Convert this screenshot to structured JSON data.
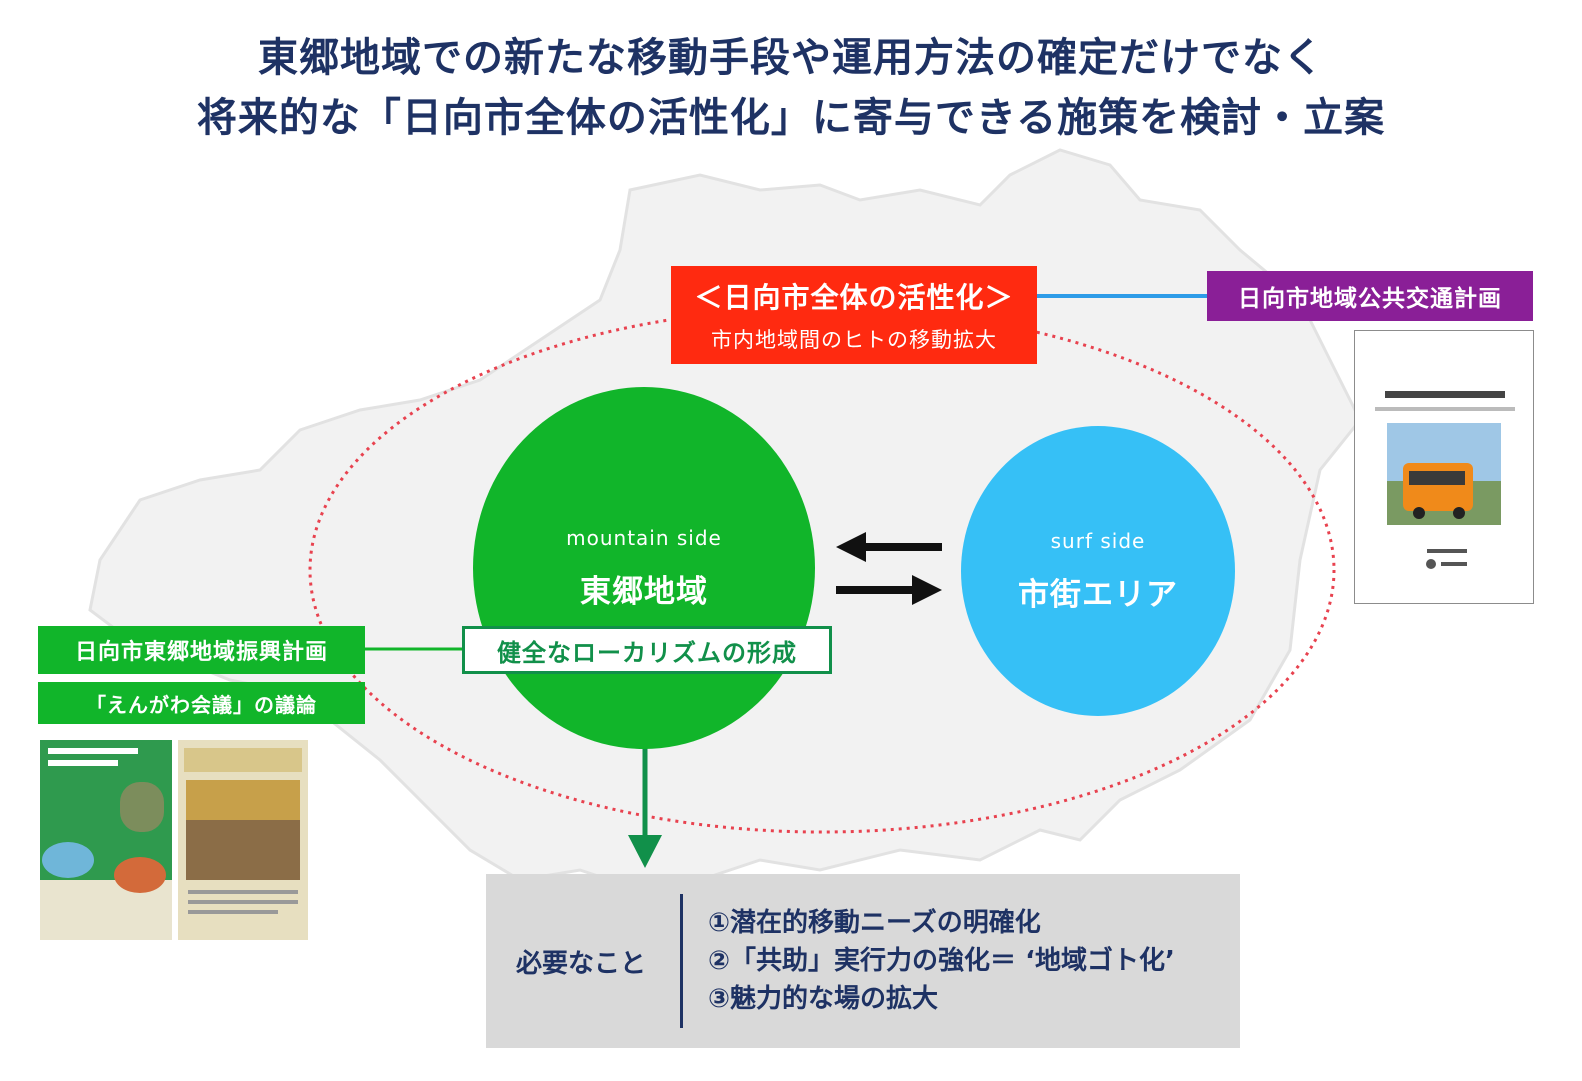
{
  "title": {
    "line1": "東郷地域での新たな移動手段や運用方法の確定だけでなく",
    "line2": "将来的な「日向市全体の活性化」に寄与できる施策を検討・立案"
  },
  "top_box": {
    "heading": "＜日向市全体の活性化＞",
    "subheading": "市内地域間のヒトの移動拡大",
    "color": "#ff2a10"
  },
  "right_plan": {
    "label": "日向市地域公共交通計画",
    "color": "#8a1f97"
  },
  "mountain": {
    "sub": "mountain side",
    "name": "東郷地域",
    "color": "#11b52a"
  },
  "surf": {
    "sub": "surf side",
    "name": "市街エリア",
    "color": "#36c0f6"
  },
  "left_plan": {
    "label1": "日向市東郷地域振興計画",
    "label2": "「えんがわ会議」の議論"
  },
  "local_box": {
    "label": "健全なローカリズムの形成"
  },
  "needs": {
    "label": "必要なこと",
    "items": [
      "①潜在的移動ニーズの明確化",
      "②「共助」実行力の強化＝ ‘地域ゴト化’",
      "③魅力的な場の拡大"
    ]
  }
}
